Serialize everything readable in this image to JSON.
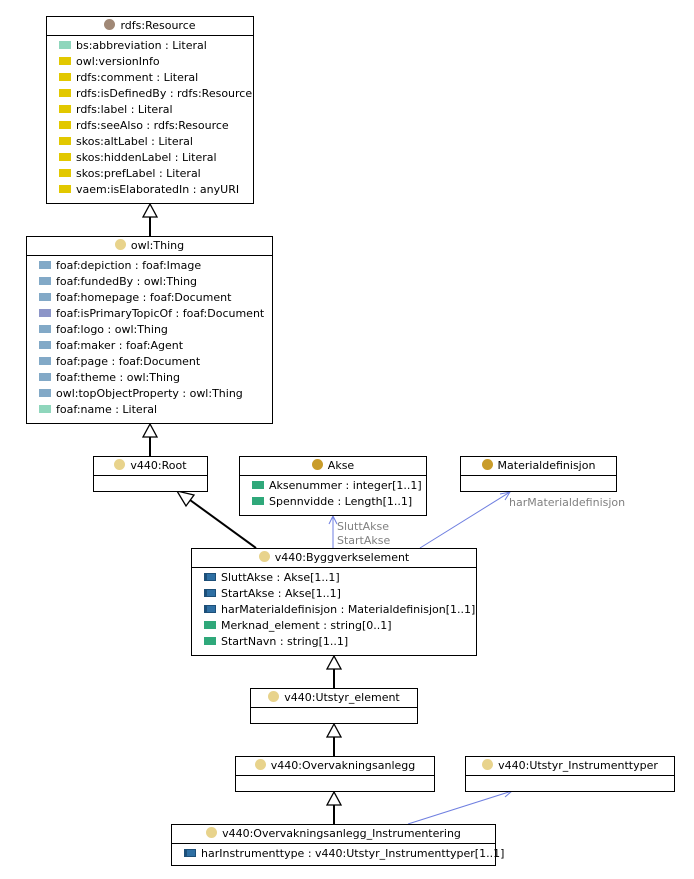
{
  "colors": {
    "dot_resource": "#a08876",
    "dot_thing": "#e8d38c",
    "dot_akse": "#c99c2a",
    "attr_green": "#8fd6bc",
    "attr_yellow": "#e2c800",
    "attr_blue": "#82a9c7",
    "attr_purple": "#8c95c8",
    "attr_teal": "#2fa87a",
    "attr_darkblue": "#2e6fa3",
    "assoc_line": "#6f7fe0"
  },
  "classes": {
    "rdfs_resource": {
      "title": "rdfs:Resource",
      "attrs": [
        {
          "text": "bs:abbreviation : Literal",
          "icon": "green"
        },
        {
          "text": "owl:versionInfo",
          "icon": "yellow"
        },
        {
          "text": "rdfs:comment : Literal",
          "icon": "yellow"
        },
        {
          "text": "rdfs:isDefinedBy : rdfs:Resource",
          "icon": "yellow"
        },
        {
          "text": "rdfs:label : Literal",
          "icon": "yellow"
        },
        {
          "text": "rdfs:seeAlso : rdfs:Resource",
          "icon": "yellow"
        },
        {
          "text": "skos:altLabel : Literal",
          "icon": "yellow"
        },
        {
          "text": "skos:hiddenLabel : Literal",
          "icon": "yellow"
        },
        {
          "text": "skos:prefLabel : Literal",
          "icon": "yellow"
        },
        {
          "text": "vaem:isElaboratedIn : anyURI",
          "icon": "yellow"
        }
      ]
    },
    "owl_thing": {
      "title": "owl:Thing",
      "attrs": [
        {
          "text": "foaf:depiction : foaf:Image",
          "icon": "blue"
        },
        {
          "text": "foaf:fundedBy : owl:Thing",
          "icon": "blue"
        },
        {
          "text": "foaf:homepage : foaf:Document",
          "icon": "blue"
        },
        {
          "text": "foaf:isPrimaryTopicOf : foaf:Document",
          "icon": "purple"
        },
        {
          "text": "foaf:logo : owl:Thing",
          "icon": "blue"
        },
        {
          "text": "foaf:maker : foaf:Agent",
          "icon": "blue"
        },
        {
          "text": "foaf:page : foaf:Document",
          "icon": "blue"
        },
        {
          "text": "foaf:theme : owl:Thing",
          "icon": "blue"
        },
        {
          "text": "owl:topObjectProperty : owl:Thing",
          "icon": "blue"
        },
        {
          "text": "foaf:name : Literal",
          "icon": "green"
        }
      ]
    },
    "v440_root": {
      "title": "v440:Root",
      "attrs": []
    },
    "akse": {
      "title": "Akse",
      "attrs": [
        {
          "text": "Aksenummer : integer[1..1]",
          "icon": "teal"
        },
        {
          "text": "Spennvidde : Length[1..1]",
          "icon": "teal"
        }
      ]
    },
    "materialdefinisjon": {
      "title": "Materialdefinisjon",
      "attrs": []
    },
    "byggverkselement": {
      "title": "v440:Byggverkselement",
      "attrs": [
        {
          "text": "SluttAkse : Akse[1..1]",
          "icon": "darkblue"
        },
        {
          "text": "StartAkse : Akse[1..1]",
          "icon": "darkblue"
        },
        {
          "text": "harMaterialdefinisjon : Materialdefinisjon[1..1]",
          "icon": "darkblue"
        },
        {
          "text": "Merknad_element : string[0..1]",
          "icon": "teal"
        },
        {
          "text": "StartNavn : string[1..1]",
          "icon": "teal"
        }
      ]
    },
    "utstyr_element": {
      "title": "v440:Utstyr_element",
      "attrs": []
    },
    "overvakningsanlegg": {
      "title": "v440:Overvakningsanlegg",
      "attrs": []
    },
    "utstyr_instrumenttyper": {
      "title": "v440:Utstyr_Instrumenttyper",
      "attrs": []
    },
    "instrumentering": {
      "title": "v440:Overvakningsanlegg_Instrumentering",
      "attrs": [
        {
          "text": "harInstrumenttype : v440:Utstyr_Instrumenttyper[1..1]",
          "icon": "darkblue"
        }
      ]
    }
  },
  "edge_labels": {
    "slutt_akse": "SluttAkse",
    "start_akse": "StartAkse",
    "har_materialdefinisjon": "harMaterialdefinisjon"
  }
}
